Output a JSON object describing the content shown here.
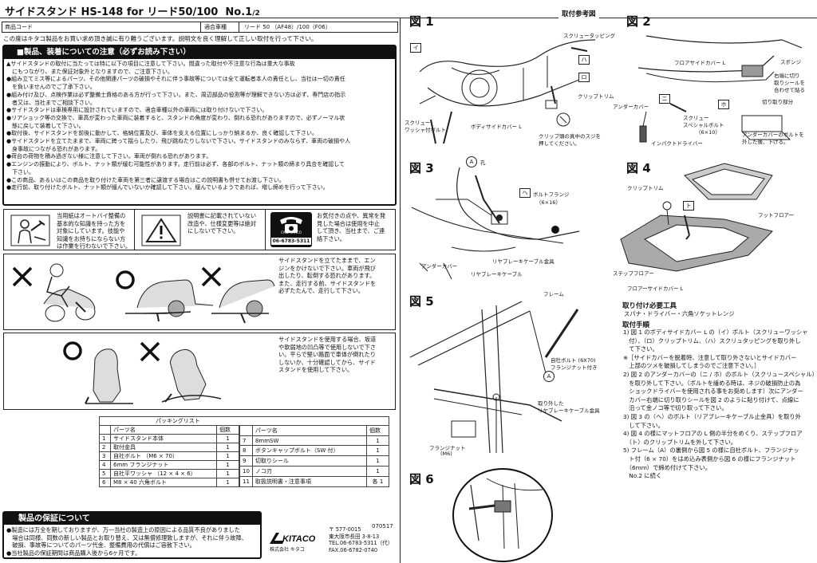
{
  "header": {
    "title": "サイドスタンド HS-148 for リード50/100",
    "doc_no": "No.1",
    "doc_no_sub": "/2",
    "product_code_label": "商品コード",
    "model_label": "適合車種",
    "model_value": "リード 50 （AF48）/100（F06）",
    "intro": "この度はキタコ製品をお買い求め頂き誠に有り難うございます。説明文を良く理解して正しい取付を行って下さい。"
  },
  "caution": {
    "title": "■製品、装着についての注意（必ずお読み下さい）",
    "items": [
      "▲サイドスタンドの取付に当たっては特に以下の項目に注意して下さい。間違った取付や不注意な行為は重大な事故",
      "　にもつながり、また保証対象外となりますので、ご注意下さい。",
      "●組み立てミス等によるパーツ、その他関連パーツの破損やそれに伴う事故等については全て運転者本人の責任とし、当社は一切の責任",
      "　を負いませんのでご了承下さい。",
      "●組み付け及び、点検作業は必ず整備士資格のある方が行って下さい。また、周辺部品の役割等が理解できない方は必ず、専門店の指示",
      "　者又は、当社までご相談下さい。",
      "●サイドスタンドは車検専用に設計されていますので、適合車種以外の車両には取り付けないで下さい。",
      "●リアショック等の交換で、車高が変わった車両に装着すると、スタンドの角度が変わり、倒れる恐れがありますので、必ずノーマル状",
      "　態に戻して装着して下さい。",
      "●取付後、サイドスタンドを前後に動かして、格納位置及び、車体を支える位置にしっかり納まるか、良く確認して下さい。",
      "●サイドスタンドを立てたままで、車両に跨って揺らしたり、飛び跳ねたりしないで下さい。サイドスタンドのみならず、車両の破損や人",
      "　身事故につながる恐れがあります。",
      "●荷台の荷物を積み過ぎない様に注意して下さい。車両が倒れる恐れがあります。",
      "●エンジンの振動により、ボルト、ナット類が緩む可能性があります。走行前は必ず、各部のボルト、ナット類の締まり具合を確認して",
      "　下さい。",
      "●この商品、あるいはこの商品を取り付けた車両を第三者に譲渡する場合はこの説明書も併せてお渡し下さい。",
      "●走行前、取り付けたボルト、ナット類が緩んでいないか確認して下さい。緩んでいるようであれば、増し締めを行って下さい。"
    ]
  },
  "notices": {
    "mechanic": [
      "当用紙はオートバイ整備の",
      "基本的な知識を持った方を",
      "対象にしています。技能や",
      "知識をお持ちにならない方",
      "は作業を行わないで下さい。"
    ],
    "spec": [
      "説明書に記載されていない",
      "改造や、仕様変更等は絶対",
      "にしないで下さい。"
    ],
    "contact": [
      "お気付きの点や、異常を発",
      "見した場合は使用を中止",
      "して頂き、当社まで、ご連",
      "絡下さい。"
    ],
    "call_label": "CALL KITACO",
    "phone": "06-6783-5311"
  },
  "usage": {
    "text1": [
      "サイドスタンドを立てたままで、エン",
      "ジンをかけないで下さい。車両が飛び",
      "出したり、転倒する恐れがあります。",
      "また、走行する前、サイドスタンドを",
      "必ずたたんで、走行して下さい。"
    ],
    "text2": [
      "サイドスタンドを使用する場合、坂道",
      "や軟弱地の凹凸等で使用しないで下さ",
      "い。平らで堅い路面で車体が倒れたり",
      "しないか、十分確認してから、サイド",
      "スタンドを使用して下さい。"
    ]
  },
  "packing": {
    "title": "パッキングリスト",
    "col_part": "パーツ名",
    "col_qty": "個数",
    "left": [
      {
        "no": "1",
        "name": "サイドスタンド本体",
        "qty": "1"
      },
      {
        "no": "2",
        "name": "取付金具",
        "qty": "1"
      },
      {
        "no": "3",
        "name": "自社ボルト （M6 × 70）",
        "qty": "1"
      },
      {
        "no": "4",
        "name": "6mm フランジナット",
        "qty": "1"
      },
      {
        "no": "5",
        "name": "自社平ワッシャ （12 × 4 × 6）",
        "qty": "1"
      },
      {
        "no": "6",
        "name": "M8 × 40 六角ボルト",
        "qty": "1"
      }
    ],
    "right": [
      {
        "no": "7",
        "name": "8mmSW",
        "qty": "1"
      },
      {
        "no": "8",
        "name": "ボタンキャップボルト（SW 付）",
        "qty": "1"
      },
      {
        "no": "9",
        "name": "切取りシール",
        "qty": "1"
      },
      {
        "no": "10",
        "name": "ノコ刃",
        "qty": "1"
      },
      {
        "no": "11",
        "name": "取扱説明書・注意事項",
        "qty": "各 1"
      }
    ]
  },
  "warranty": {
    "title": "製品の保証について",
    "lines": [
      "●製造には万全を期しておりますが、万一当社の製造上の原因による品質不良がありました",
      "　場合は同様、同数の新しい製品とお取り替え、又は無償修理致しますが、それに伴う故障、",
      "　破損、事故等についてのパーツ代金、整備費用の代償はご容赦下さい。",
      "●当社製品の保証期間は商品購入後から6ヶ月です。"
    ]
  },
  "footer": {
    "code": "070517",
    "zip": "〒 577-0015",
    "addr": "東大阪市長田 3-8-13",
    "tel": "TEL.06-6783-5311（代）",
    "fax": "FAX.06-6782-0740",
    "brand": "KITACO",
    "brand_jp": "株式会社 キタコ"
  },
  "figures": {
    "section_title": "取付参考図",
    "fig1": {
      "label": "図 1",
      "tags": [
        "イ",
        "ハ",
        "ロ"
      ],
      "notes": [
        "スクリュータッピング",
        "クリップトリム",
        "スクリュー",
        "ワッシャ付ボルト",
        "ボディサイドカバー L",
        "クリップ頭の真中のスジを",
        "押してください。"
      ]
    },
    "fig2": {
      "label": "図 2",
      "tags": [
        "ニ",
        "ホ"
      ],
      "notes": [
        "フロアサイドカバー L",
        "スポンジ",
        "右端に切り",
        "取りシールを",
        "合わせて貼る",
        "切り取り部分",
        "アンダーカバー",
        "スクリュー",
        "スペシャルボルト",
        "（6×10）",
        "インパクトドライバー",
        "アンダーカバーのボルトを",
        "外した後、下げる。"
      ]
    },
    "fig3": {
      "label": "図 3",
      "tags": [
        "A",
        "ヘ"
      ],
      "notes": [
        "孔",
        "ボルトフランジ",
        "（6×16）",
        "アンダーカバー",
        "リヤブレーキケーブル金具",
        "リヤブレーキケーブル"
      ]
    },
    "fig4": {
      "label": "図 4",
      "tags": [
        "ト"
      ],
      "notes": [
        "クリップトリム",
        "フットフロアー",
        "ステップフロアー",
        "フロアーサイドカバー L"
      ]
    },
    "fig5": {
      "label": "図 5",
      "tags": [
        "A"
      ],
      "notes": [
        "フレーム",
        "自社ボルト (6X70)",
        "フランジナット付き",
        "取り外した",
        "リヤブレーキケーブル金具",
        "フランジナット",
        "(M6)"
      ]
    },
    "fig6": {
      "label": "図 6"
    }
  },
  "install": {
    "tools_title": "取り付け必要工具",
    "tools": "スパナ・ドライバー・六角ソケットレンジ",
    "steps_title": "取付手順",
    "steps": [
      "1) 図 1 のボディサイドカバー L の（イ）ボルト（スクリューワッシャ",
      "　付）、（ロ）クリップトリム、（ハ）スクリュタッピングを取り外し",
      "　て下さい。",
      "※［サイドカバーを脱着時、注意して取り外さないとサイドカバー",
      "　上部のツメを破損してしまうのでご注意下さい。］",
      "2) 図 2 のアンダーカバーの（ニ / ホ）のボルト（スクリュースペシャル）",
      "　を取り外して下さい。（ボルトを緩める時は、ネジの破損防止の為",
      "　ショックドライバーを使用される事をお奨めします）次にアンダー",
      "　カバー右端に切り取りシールを図 2 のように貼り付けて、点線に",
      "　沿って金ノコ等で切り取って下さい。",
      "3) 図 3 の（ヘ）のボルト（リアブレーキケーブル止金具）を取り外",
      "　して下さい。",
      "4) 図 4 の様にマットフロアの L 側の半分をめくり、ステップフロア",
      "　（ト）のクリップトリムを外して下さい。",
      "5) フレーム（A）の裏側から図 5 の様に自社ボルト、フランジナッ",
      "　ト付（6 × 70）をはめ込み表側から図 6 の様にフランジナット",
      "　（6mm）で締め付けて下さい。",
      "　No.2 に続く"
    ]
  }
}
